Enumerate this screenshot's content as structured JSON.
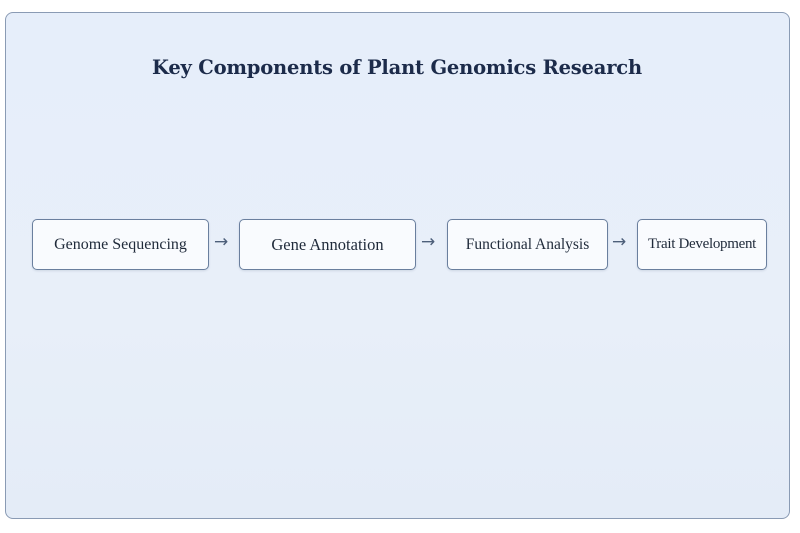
{
  "diagram": {
    "title": "Key Components of Plant Genomics Research",
    "nodes": [
      {
        "label": "Genome Sequencing"
      },
      {
        "label": "Gene Annotation"
      },
      {
        "label": "Functional Analysis"
      },
      {
        "label": "Trait Development"
      }
    ],
    "arrow_glyph": "→",
    "colors": {
      "background": "#e7eef9",
      "panel_border": "#8a9bb4",
      "node_fill": "#f9fbfe",
      "node_border": "#6a7f9e",
      "title_text": "#1c2b4a",
      "arrow": "#4d5f7a"
    }
  }
}
